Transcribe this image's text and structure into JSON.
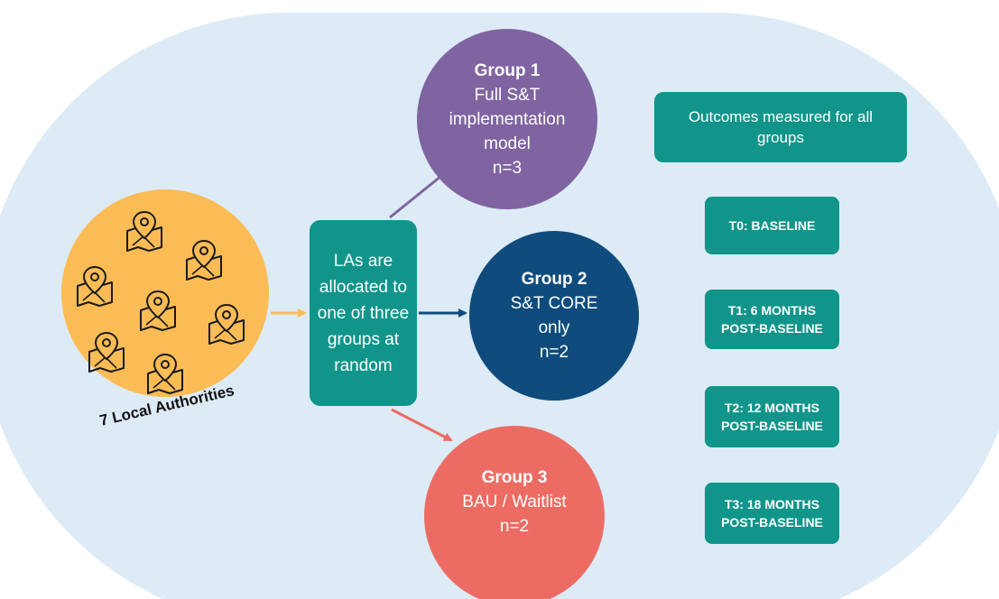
{
  "local_authorities": {
    "label": "7 Local Authorities",
    "icon": "map-pin-icon",
    "icon_count": 7,
    "color": "#fcbc55"
  },
  "allocation": {
    "text": "LAs are allocated to one of three groups at random",
    "color": "#11958a"
  },
  "groups": [
    {
      "title": "Group 1",
      "desc": "Full S&T implementation model",
      "n": "n=3",
      "color": "#8064a2"
    },
    {
      "title": "Group 2",
      "desc": "S&T CORE only",
      "n": "n=2",
      "color": "#0f4c7d"
    },
    {
      "title": "Group 3",
      "desc": "BAU / Waitlist",
      "n": "n=2",
      "color": "#ec6c63"
    }
  ],
  "outcomes": {
    "text": "Outcomes measured for all groups"
  },
  "timepoints": [
    "T0: BASELINE",
    "T1: 6 MONTHS\nPOST-BASELINE",
    "T2: 12 MONTHS\nPOST-BASELINE",
    "T3: 18 MONTHS\nPOST-BASELINE"
  ],
  "colors": {
    "background": "#ddebf6",
    "arrow_la": "#fcbc55",
    "arrow_g1": "#8064a2",
    "arrow_g2": "#0f4c7d",
    "arrow_g3": "#ec6c63"
  }
}
